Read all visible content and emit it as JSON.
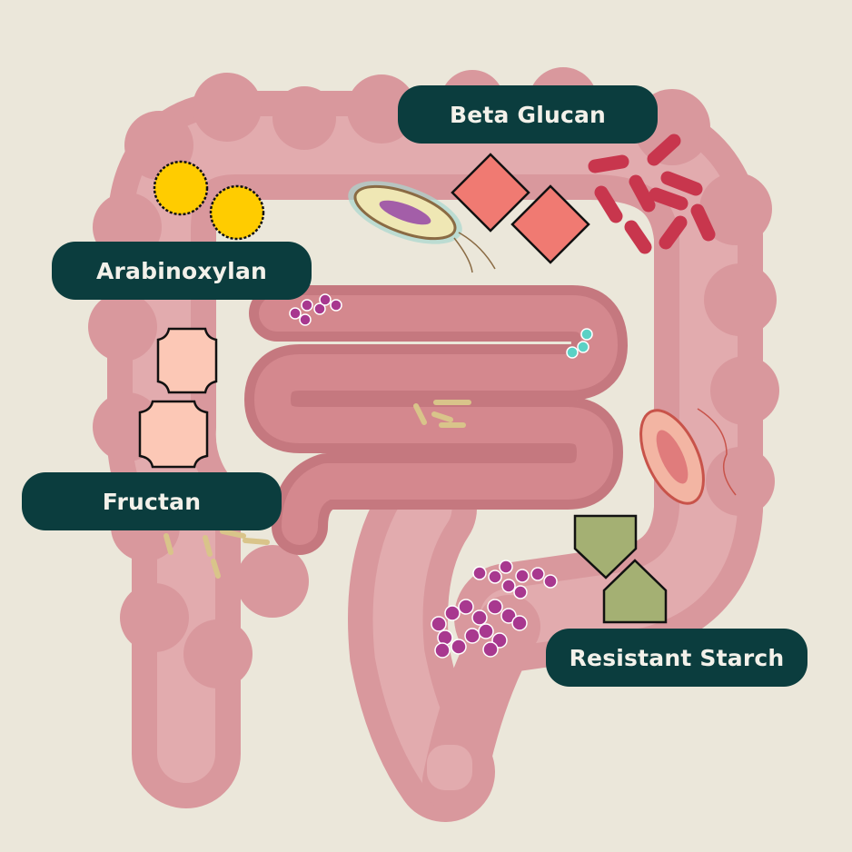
{
  "labels": {
    "beta_glucan": "Beta Glucan",
    "arabinoxylan": "Arabinoxylan",
    "fructan": "Fructan",
    "resistant_starch": "Resistant Starch"
  },
  "colors": {
    "background": "#ebe7da",
    "label_bg": "#0b3d3e",
    "label_text": "#f3f1ea",
    "intestine_outer": "#dc9fa3",
    "intestine_inner": "#c5787f",
    "beta_glucan_shape": "#f07a72",
    "arabinoxylan_shape": "#ffcc00",
    "fructan_shape": "#fcc8b6",
    "resistant_starch_shape": "#a4b073",
    "rod_bacteria": "#c8364d",
    "cocci_bacteria": "#a8388f"
  }
}
